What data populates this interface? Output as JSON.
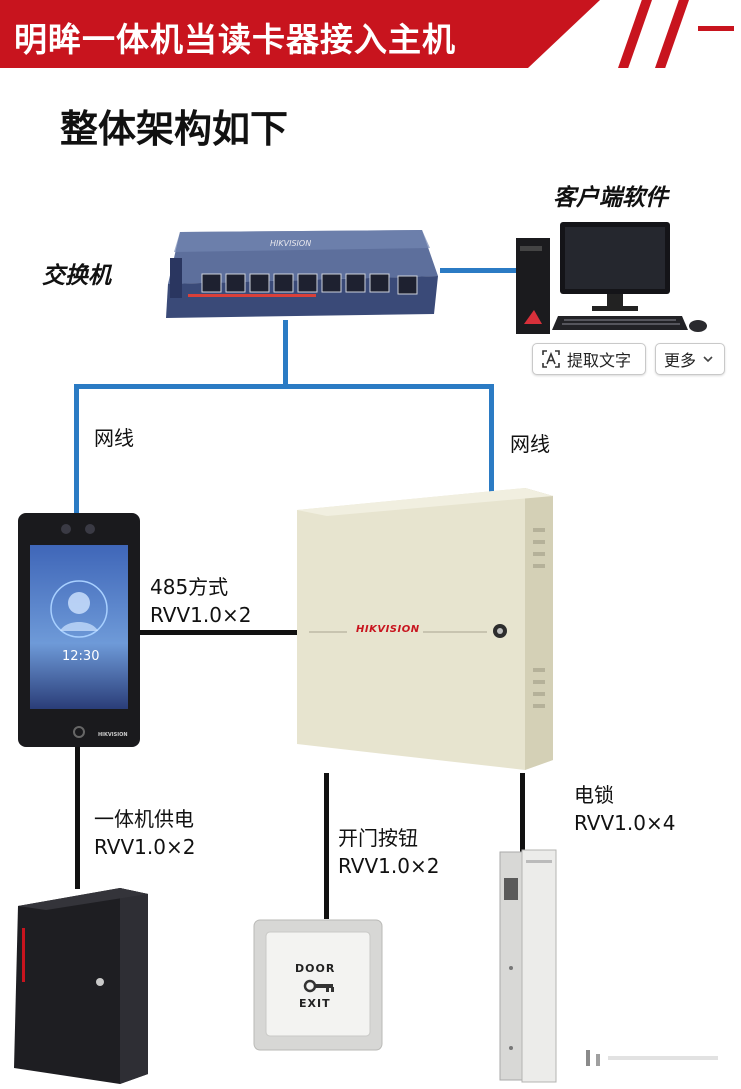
{
  "header": {
    "title": "明眸一体机当读卡器接入主机",
    "accent_color": "#c8141e"
  },
  "subtitle": "整体架构如下",
  "nodes": {
    "switch_label": "交换机",
    "software_label": "客户端软件",
    "controller_brand": "HIKVISION",
    "terminal_time": "12:30",
    "terminal_brand": "HIKVISION",
    "exit_button_top": "DOOR",
    "exit_button_bottom": "EXIT"
  },
  "connections": {
    "net_left": "网线",
    "net_right": "网线",
    "rs485_line1": "485方式",
    "rs485_line2": "RVV1.0×2",
    "power_line1": "一体机供电",
    "power_line2": "RVV1.0×2",
    "exit_line1": "开门按钮",
    "exit_line2": "RVV1.0×2",
    "lock_line1": "电锁",
    "lock_line2": "RVV1.0×4"
  },
  "overlay": {
    "ocr_button": "提取文字",
    "more_button": "更多"
  },
  "colors": {
    "wire_network": "#2b7bc4",
    "wire_cable": "#111111"
  }
}
